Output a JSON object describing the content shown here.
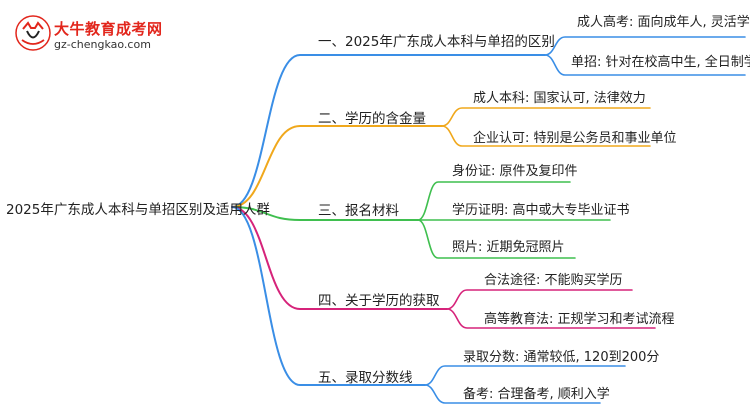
{
  "logo": {
    "name": "大牛教育成考网",
    "url": "gz-chengkao.com"
  },
  "root": "2025年广东成人本科与单招区别及适用人群",
  "branches": [
    {
      "title": "一、2025年广东成人本科与单招的区别",
      "color": "#3a8ee6",
      "leaves": [
        "成人高考: 面向成年人, 灵活学习",
        "单招: 针对在校高中生, 全日制学习"
      ]
    },
    {
      "title": "二、学历的含金量",
      "color": "#f0a81c",
      "leaves": [
        "成人本科: 国家认可, 法律效力",
        "企业认可: 特别是公务员和事业单位"
      ]
    },
    {
      "title": "三、报名材料",
      "color": "#3fbf4f",
      "leaves": [
        "身份证: 原件及复印件",
        "学历证明: 高中或大专毕业证书",
        "照片: 近期免冠照片"
      ]
    },
    {
      "title": "四、关于学历的获取",
      "color": "#d6237a",
      "leaves": [
        "合法途径: 不能购买学历",
        "高等教育法: 正规学习和考试流程"
      ]
    },
    {
      "title": "五、录取分数线",
      "color": "#3a8ee6",
      "leaves": [
        "录取分数: 通常较低, 120到200分",
        "备考: 合理备考, 顺利入学"
      ]
    }
  ]
}
